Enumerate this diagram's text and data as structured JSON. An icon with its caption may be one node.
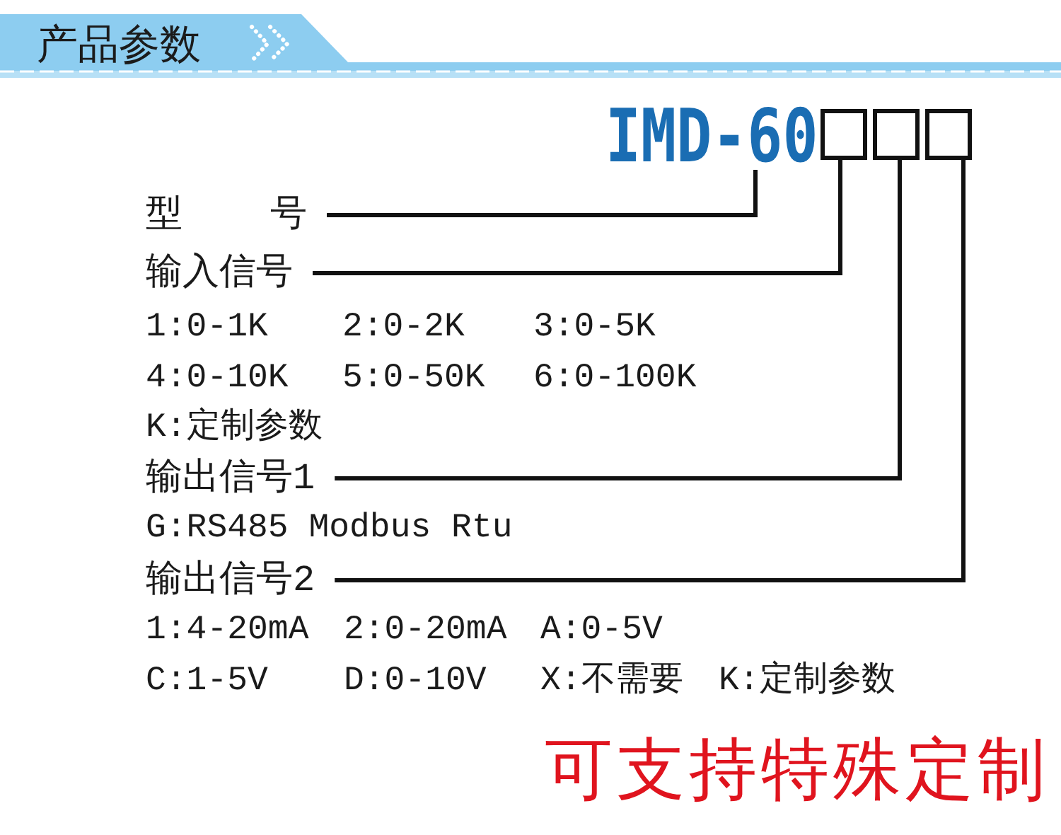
{
  "diagram": {
    "title": "产品参数",
    "nodes": [
      {
        "text": [
          "IMD-60"
        ]
      },
      {
        "text": [],
        "shape": "box"
      },
      {
        "text": [],
        "shape": "box"
      },
      {
        "text": [],
        "shape": "box"
      },
      {
        "text": [
          "型号"
        ]
      },
      {
        "text": [
          "输入信号"
        ],
        "beside": [
          "1:0-1K",
          "2:0-2K",
          "3:0-5K",
          "4:0-10K",
          "5:0-50K",
          "6:0-100K",
          "K:定制参数"
        ]
      },
      {
        "text": [
          "输出信号1"
        ],
        "beside": [
          "G:RS485 Modbus Rtu"
        ]
      },
      {
        "text": [
          "输出信号2"
        ],
        "beside": [
          "1:4-20mA",
          "2:0-20mA",
          "A:0-5V",
          "C:1-5V",
          "D:0-10V",
          "X:不需要",
          "K:定制参数"
        ]
      }
    ],
    "edges": [
      {
        "from": 4,
        "to": 0,
        "arrow": "none"
      },
      {
        "from": 5,
        "to": 1,
        "arrow": "none"
      },
      {
        "from": 6,
        "to": 2,
        "arrow": "none"
      },
      {
        "from": 7,
        "to": 3,
        "arrow": "none"
      }
    ],
    "labels": [
      "可支持特殊定制"
    ]
  }
}
